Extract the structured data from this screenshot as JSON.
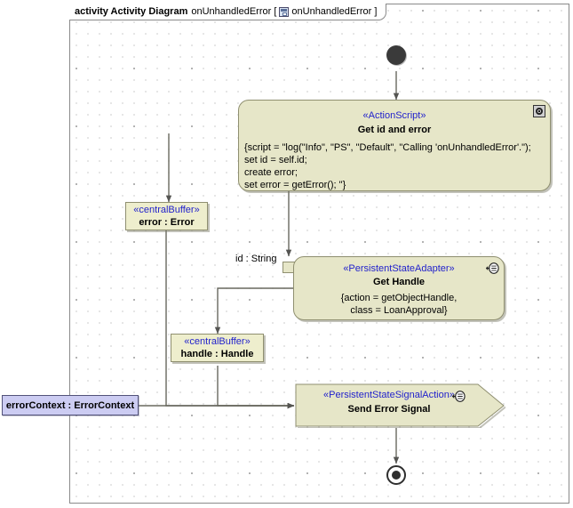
{
  "frame": {
    "keyword": "activity Activity Diagram",
    "name_prefix": "onUnhandledError [",
    "icon": "diagram-icon",
    "name_suffix": "onUnhandledError ]"
  },
  "diagram": {
    "type": "uml-activity-diagram",
    "background": "#ffffff",
    "node_fill": "#e6e6c8",
    "pin_fill": "#ccccf2",
    "stereotype_color": "#2222cc",
    "border_color": "#8f8f70"
  },
  "nodes": {
    "initial": {
      "name": "initial-node",
      "shape": "filled-circle"
    },
    "final": {
      "name": "final-node",
      "shape": "circle-in-ring"
    },
    "get_id_and_error": {
      "stereotype": "«ActionScript»",
      "name": "Get id and error",
      "icon": "script-icon",
      "body": "{script = \"log(\"Info\", \"PS\", \"Default\", \"Calling 'onUnhandledError'.\");\nset id = self.id;\ncreate error;\nset error = getError(); \"}"
    },
    "error_buffer": {
      "stereotype": "«centralBuffer»",
      "name": "error : Error"
    },
    "get_handle": {
      "stereotype": "«PersistentStateAdapter»",
      "name": "Get Handle",
      "icon": "adapter-icon",
      "body": "{action = getObjectHandle,\nclass = LoanApproval}"
    },
    "id_pin": {
      "label": "id : String"
    },
    "handle_buffer": {
      "stereotype": "«centralBuffer»",
      "name": "handle : Handle"
    },
    "error_context": {
      "name": "errorContext : ErrorContext"
    },
    "send_error_signal": {
      "stereotype": "«PersistentStateSignalAction»",
      "name": "Send Error Signal",
      "icon": "adapter-icon",
      "shape": "signal-pentagon"
    }
  },
  "edges": [
    {
      "name": "initial-to-get-id",
      "from": "initial",
      "to": "get_id_and_error"
    },
    {
      "name": "get-id-to-error-buffer",
      "from": "get_id_and_error",
      "to": "error_buffer"
    },
    {
      "name": "get-id-to-get-handle",
      "from": "get_id_and_error",
      "to": "get_handle"
    },
    {
      "name": "get-handle-to-handle-buffer",
      "from": "get_handle",
      "to": "handle_buffer"
    },
    {
      "name": "error-buffer-to-send-error-signal",
      "from": "error_buffer",
      "to": "send_error_signal"
    },
    {
      "name": "handle-buffer-to-send-error-signal",
      "from": "handle_buffer",
      "to": "send_error_signal"
    },
    {
      "name": "error-context-to-send-error-signal",
      "from": "error_context",
      "to": "send_error_signal"
    },
    {
      "name": "send-error-signal-to-final",
      "from": "send_error_signal",
      "to": "final"
    }
  ]
}
